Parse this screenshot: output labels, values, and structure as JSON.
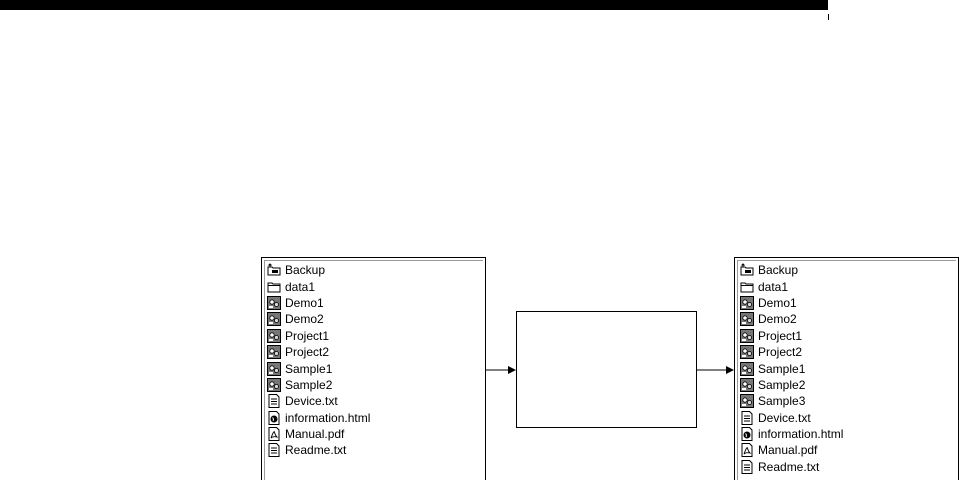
{
  "left_panel": {
    "items": [
      {
        "label": "Backup",
        "icon": "backup-folder-icon"
      },
      {
        "label": "data1",
        "icon": "folder-icon"
      },
      {
        "label": "Demo1",
        "icon": "project-icon"
      },
      {
        "label": "Demo2",
        "icon": "project-icon"
      },
      {
        "label": "Project1",
        "icon": "project-icon"
      },
      {
        "label": "Project2",
        "icon": "project-icon"
      },
      {
        "label": "Sample1",
        "icon": "project-icon"
      },
      {
        "label": "Sample2",
        "icon": "project-icon"
      },
      {
        "label": "Device.txt",
        "icon": "text-file-icon"
      },
      {
        "label": "information.html",
        "icon": "html-file-icon"
      },
      {
        "label": "Manual.pdf",
        "icon": "pdf-file-icon"
      },
      {
        "label": "Readme.txt",
        "icon": "text-file-icon"
      }
    ]
  },
  "process_box": {
    "label": ""
  },
  "right_panel": {
    "items": [
      {
        "label": "Backup",
        "icon": "backup-folder-icon"
      },
      {
        "label": "data1",
        "icon": "folder-icon"
      },
      {
        "label": "Demo1",
        "icon": "project-icon"
      },
      {
        "label": "Demo2",
        "icon": "project-icon"
      },
      {
        "label": "Project1",
        "icon": "project-icon"
      },
      {
        "label": "Project2",
        "icon": "project-icon"
      },
      {
        "label": "Sample1",
        "icon": "project-icon"
      },
      {
        "label": "Sample2",
        "icon": "project-icon"
      },
      {
        "label": "Sample3",
        "icon": "project-icon"
      },
      {
        "label": "Device.txt",
        "icon": "text-file-icon"
      },
      {
        "label": "information.html",
        "icon": "html-file-icon"
      },
      {
        "label": "Manual.pdf",
        "icon": "pdf-file-icon"
      },
      {
        "label": "Readme.txt",
        "icon": "text-file-icon"
      }
    ]
  }
}
